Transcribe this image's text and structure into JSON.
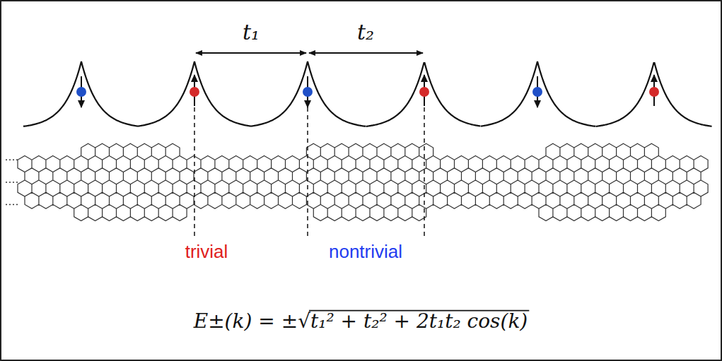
{
  "diagram": {
    "labels": [
      "t₁",
      "t₂",
      "trivial",
      "nontrivial",
      "E±(k) = ±√t₁² + t₂² + 2t₁t₂ cos(k)"
    ]
  }
}
